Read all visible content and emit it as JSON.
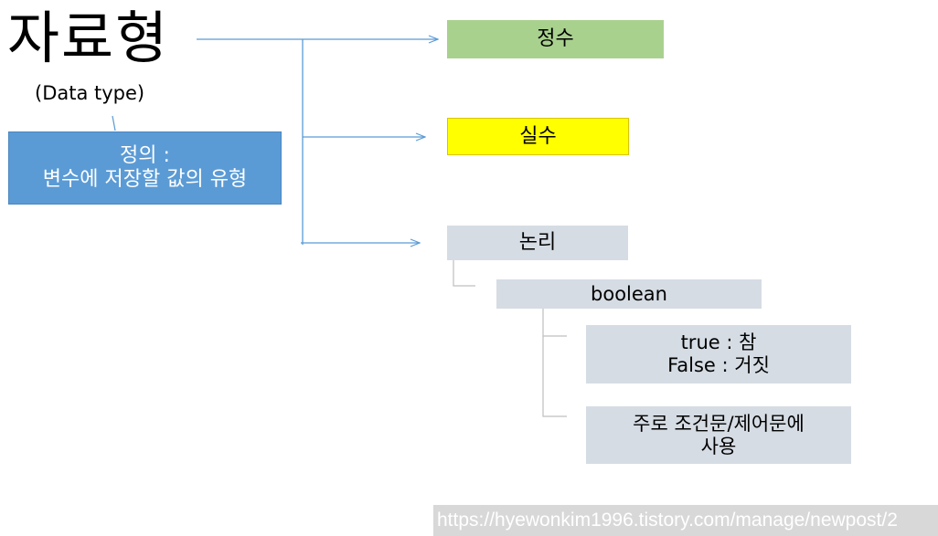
{
  "title": "자료형",
  "subtitle": "(Data type)",
  "definition": {
    "line1": "정의 :",
    "line2": "변수에 저장할 값의 유형"
  },
  "types": {
    "integer": "정수",
    "real": "실수",
    "logic": "논리"
  },
  "logic_children": {
    "boolean": "boolean",
    "values": {
      "true_line": "true : 참",
      "false_line": "False : 거짓"
    },
    "usage": {
      "line1": "주로 조건문/제어문에",
      "line2": "사용"
    }
  },
  "watermark": "https://hyewonkim1996.tistory.com/manage/newpost/2",
  "colors": {
    "integer_fill": "#a9d18e",
    "real_fill": "#ffff00",
    "definition_fill": "#5b9bd5",
    "node_fill": "#d6dce4",
    "arrow": "#5b9bd5",
    "tree_line": "#bfbfbf"
  }
}
